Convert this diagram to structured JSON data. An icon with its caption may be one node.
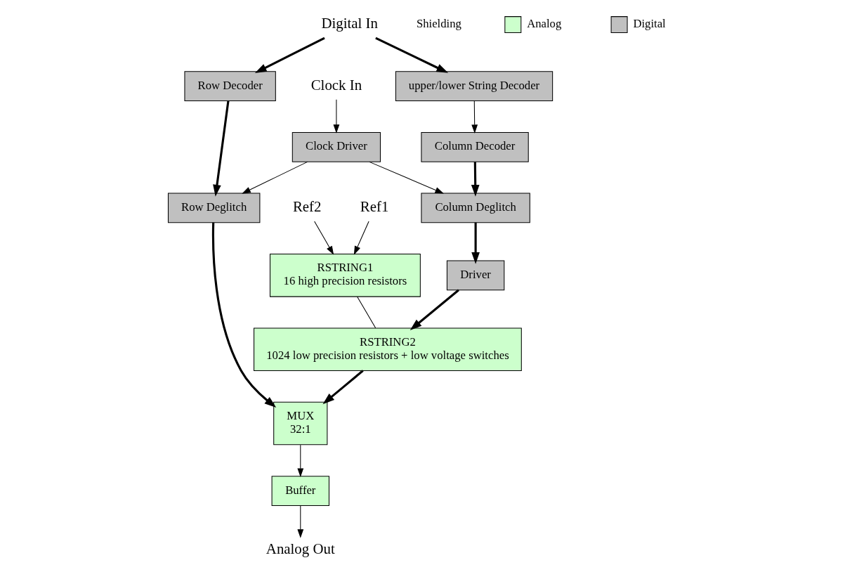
{
  "diagram": {
    "nodes": [
      {
        "text": [
          "Column Decoder"
        ]
      },
      {
        "text": [
          "upper/lower String Decoder"
        ]
      },
      {
        "text": [
          "Digital In"
        ]
      },
      {
        "text": [
          "Column Deglitch"
        ]
      },
      {
        "text": [
          "Clock Driver"
        ]
      },
      {
        "text": [
          "Clock In"
        ]
      },
      {
        "text": [
          "Driver"
        ]
      },
      {
        "text": [
          "Ref1"
        ]
      },
      {
        "text": [
          "Ref2"
        ]
      },
      {
        "text": [
          "RSTRING1",
          "16 high precision resistors"
        ]
      },
      {
        "text": [
          "RSTRING2",
          "1024 low precision resistors + low voltage switches"
        ]
      },
      {
        "text": [
          "MUX",
          "32:1"
        ]
      },
      {
        "text": [
          "Row Deglitch"
        ]
      },
      {
        "text": [
          "Row Decoder"
        ]
      },
      {
        "text": [
          "Buffer"
        ]
      },
      {
        "text": [
          "Analog Out"
        ]
      }
    ],
    "edges": [
      {
        "from": 2,
        "to": 1,
        "arrow": "to",
        "style": "thick"
      },
      {
        "from": 2,
        "to": 13,
        "arrow": "to",
        "style": "thick"
      },
      {
        "from": 1,
        "to": 0,
        "arrow": "to"
      },
      {
        "from": 0,
        "to": 3,
        "arrow": "to",
        "style": "thick"
      },
      {
        "from": 4,
        "to": 3,
        "arrow": "to"
      },
      {
        "from": 5,
        "to": 4,
        "arrow": "to"
      },
      {
        "from": 3,
        "to": 6,
        "arrow": "to",
        "style": "thick"
      },
      {
        "from": 6,
        "to": 10,
        "arrow": "to",
        "style": "thick"
      },
      {
        "from": 4,
        "to": 12,
        "arrow": "to"
      },
      {
        "from": 13,
        "to": 12,
        "arrow": "to",
        "style": "thick"
      },
      {
        "from": 12,
        "to": 11,
        "arrow": "to",
        "style": "thick"
      },
      {
        "from": 10,
        "to": 11,
        "arrow": "to",
        "style": "thick"
      },
      {
        "from": 7,
        "to": 9,
        "arrow": "to"
      },
      {
        "from": 8,
        "to": 9,
        "arrow": "to"
      },
      {
        "from": 9,
        "to": 10,
        "arrow": "none"
      },
      {
        "from": 11,
        "to": 14,
        "arrow": "to"
      },
      {
        "from": 14,
        "to": 15,
        "arrow": "to"
      }
    ],
    "labels": [
      "Shielding"
    ],
    "legend": [
      {
        "text": "Analog",
        "color": "#ccffcc"
      },
      {
        "text": "Digital",
        "color": "#c0c0c0"
      }
    ]
  }
}
